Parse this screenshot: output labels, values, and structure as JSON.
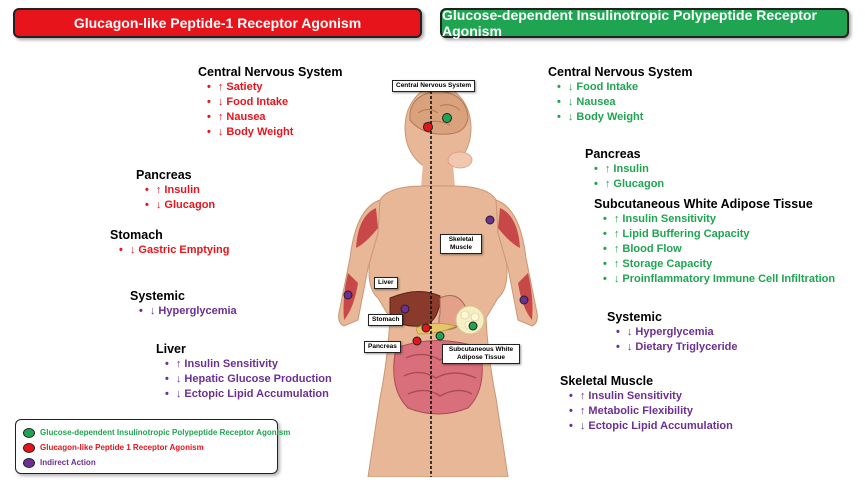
{
  "banners": {
    "glp1": "Glucagon-like Peptide-1 Receptor Agonism",
    "gip": "Glucose-dependent Insulinotropic Polypeptide Receptor Agonism"
  },
  "left": {
    "cns": {
      "title": "Central Nervous System",
      "items": [
        "↑ Satiety",
        "↓ Food Intake",
        "↑ Nausea",
        "↓ Body Weight"
      ]
    },
    "pancreas": {
      "title": "Pancreas",
      "items": [
        "↑ Insulin",
        "↓ Glucagon"
      ]
    },
    "stomach": {
      "title": "Stomach",
      "items": [
        "↓ Gastric Emptying"
      ]
    },
    "systemic": {
      "title": "Systemic",
      "items": [
        "↓ Hyperglycemia"
      ]
    },
    "liver": {
      "title": "Liver",
      "items": [
        "↑ Insulin Sensitivity",
        "↓ Hepatic Glucose Production",
        "↓ Ectopic Lipid Accumulation"
      ]
    }
  },
  "right": {
    "cns": {
      "title": "Central Nervous System",
      "items": [
        "↓ Food Intake",
        "↓ Nausea",
        "↓ Body Weight"
      ]
    },
    "pancreas": {
      "title": "Pancreas",
      "items": [
        "↑ Insulin",
        "↑ Glucagon"
      ]
    },
    "sat": {
      "title": "Subcutaneous White Adipose Tissue",
      "items": [
        "↑ Insulin Sensitivity",
        "↑ Lipid Buffering Capacity",
        "↑ Blood Flow",
        "↑ Storage Capacity",
        "↓ Proinflammatory Immune Cell Infiltration"
      ]
    },
    "systemic": {
      "title": "Systemic",
      "items": [
        "↓ Hyperglycemia",
        "↓ Dietary Triglyceride"
      ]
    },
    "muscle": {
      "title": "Skeletal Muscle",
      "items": [
        "↑ Insulin Sensitivity",
        "↑ Metabolic Flexibility",
        "↓ Ectopic Lipid Accumulation"
      ]
    }
  },
  "organ_labels": {
    "cns": "Central Nervous System",
    "muscle": "Skeletal Muscle",
    "liver": "Liver",
    "stomach": "Stomach",
    "pancreas": "Pancreas",
    "sat": "Subcutaneous White Adipose Tissue"
  },
  "legend": {
    "gip": "Glucose-dependent Insulinotropic Polypeptide Receptor Agonism",
    "glp1": "Glucagon-like Peptide 1 Receptor Agonism",
    "indirect": "Indirect Action"
  },
  "colors": {
    "glp1": "#e8141b",
    "gip": "#1fa551",
    "indirect": "#6c2f93",
    "skin": "#e8b797",
    "muscle": "#c8484a",
    "liver": "#8a3a2a",
    "intestine": "#d86f7a",
    "brain": "#d9a27c"
  }
}
